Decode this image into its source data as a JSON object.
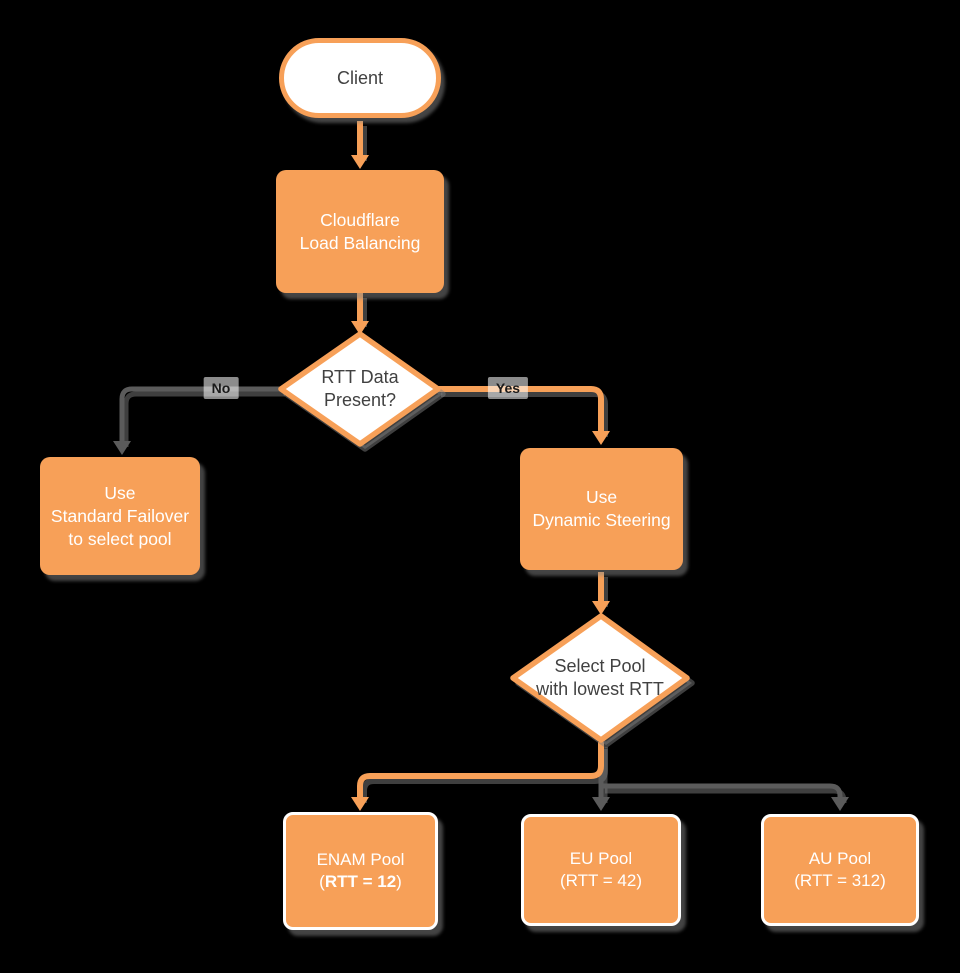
{
  "theme": {
    "background": "#000000",
    "orange": "#f7a058",
    "line_gray": "#5b5b5b",
    "text_dark": "#414141",
    "node_text_light": "#ffffff"
  },
  "nodes": {
    "client": {
      "label": "Client"
    },
    "load_balancer": {
      "label": "Cloudflare\nLoad Balancing"
    },
    "rtt_decision": {
      "label": "RTT Data\nPresent?"
    },
    "standard_failover": {
      "label": "Use\nStandard Failover\nto select pool"
    },
    "dynamic_steering": {
      "label": "Use\nDynamic Steering"
    },
    "select_pool": {
      "label": "Select Pool\nwith lowest RTT"
    },
    "enam_pool": {
      "title": "ENAM Pool",
      "rtt_open": "(",
      "rtt_bold": "RTT = 12",
      "rtt_close": ")"
    },
    "eu_pool": {
      "label": "EU Pool\n(RTT = 42)"
    },
    "au_pool": {
      "label": "AU Pool\n(RTT = 312)"
    }
  },
  "edge_labels": {
    "no": "No",
    "yes": "Yes"
  }
}
